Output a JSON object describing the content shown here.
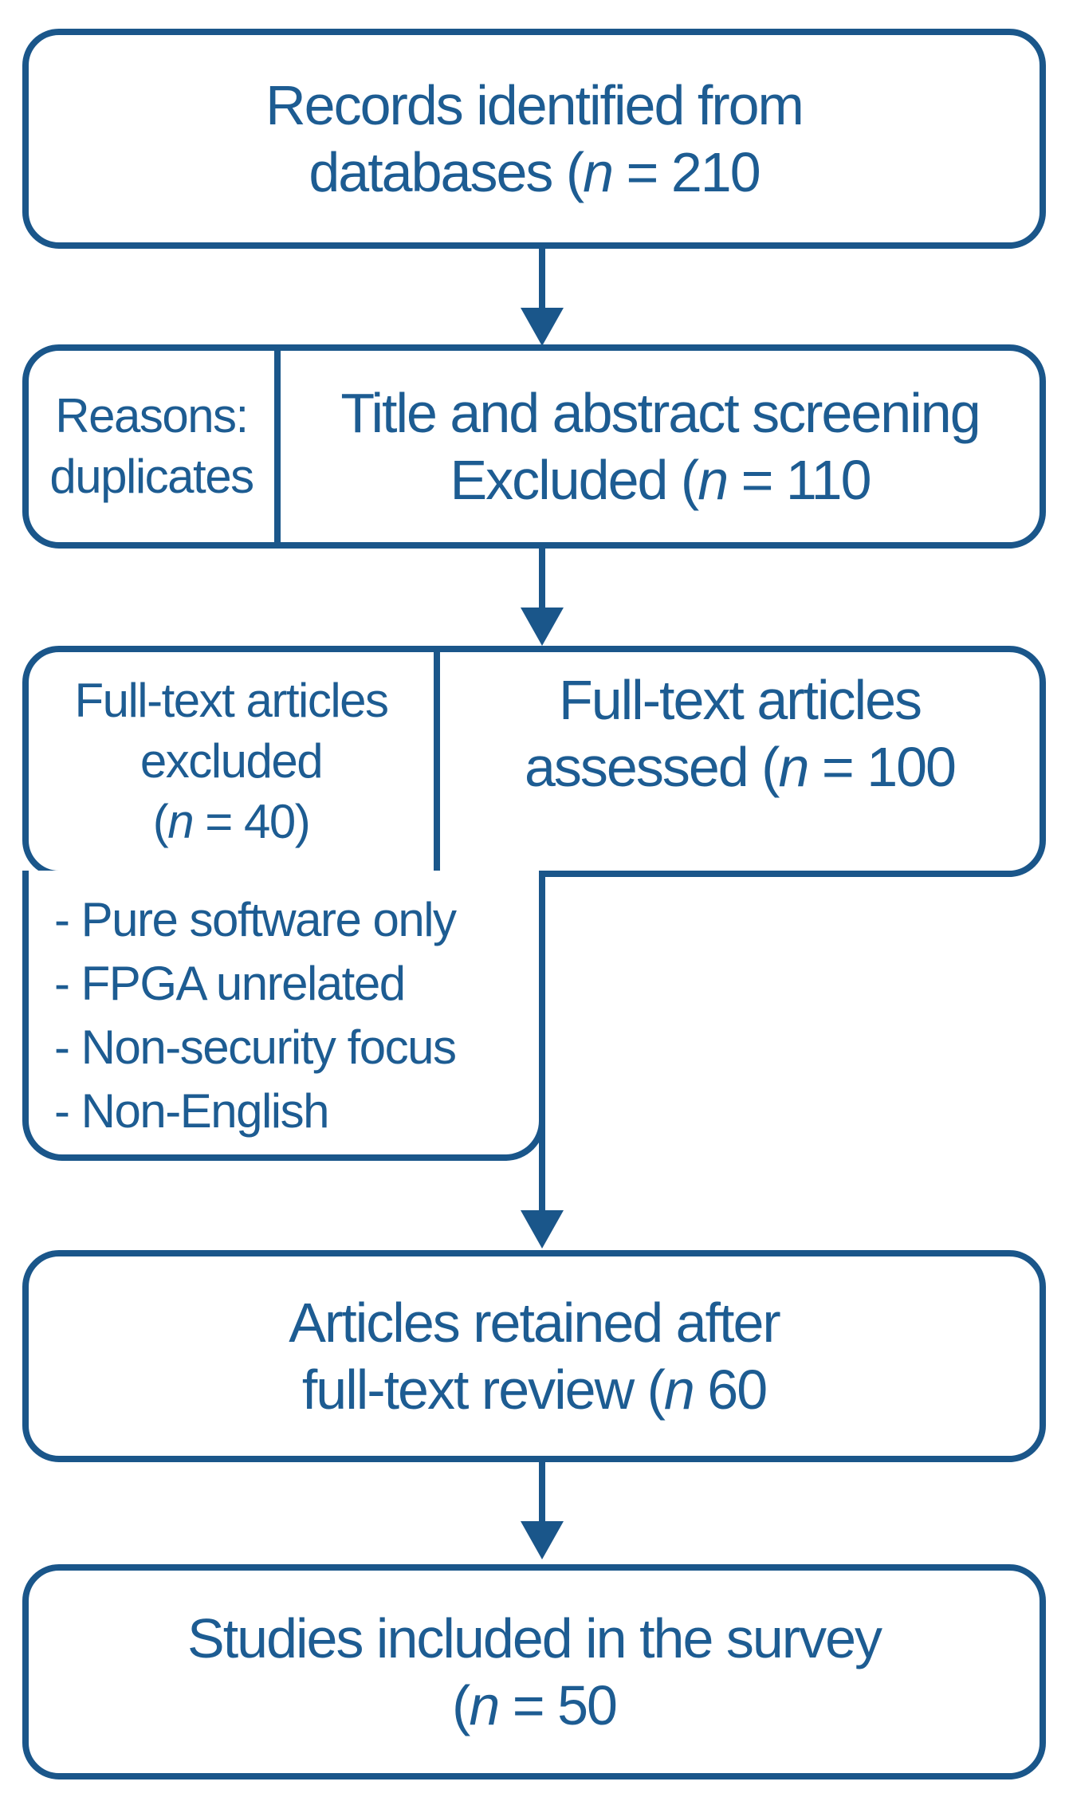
{
  "colors": {
    "accent_border": "#1a568a",
    "accent_text": "#1d5c92",
    "background": "#ffffff"
  },
  "flow": {
    "box_records": {
      "line1": "Records identified from",
      "line2_pre": "databases (",
      "line2_n": "n",
      "line2_post": " = 210"
    },
    "box_screening": {
      "side_line1": "Reasons:",
      "side_line2": "duplicates",
      "line1": "Title and abstract screening",
      "line2_pre": "Excluded (",
      "line2_n": "n",
      "line2_post": " = 110"
    },
    "box_fulltext": {
      "left_line1": "Full-text articles",
      "left_line2": "excluded",
      "left_line3_pre": "(",
      "left_line3_n": "n",
      "left_line3_post": " = 40)",
      "right_line1": "Full-text articles",
      "right_line2_pre": "assessed (",
      "right_line2_n": "n",
      "right_line2_post": " = 100"
    },
    "box_exclusion_reasons": {
      "items": [
        "- Pure software only",
        "- FPGA unrelated",
        "- Non-security focus",
        "- Non-English"
      ]
    },
    "box_retained": {
      "line1": "Articles retained after",
      "line2_pre": "full-text review (",
      "line2_n": "n",
      "line2_post": " 60"
    },
    "box_included": {
      "line1": "Studies included in the survey",
      "line2_pre": "(",
      "line2_n": "n",
      "line2_post": " = 50"
    }
  }
}
